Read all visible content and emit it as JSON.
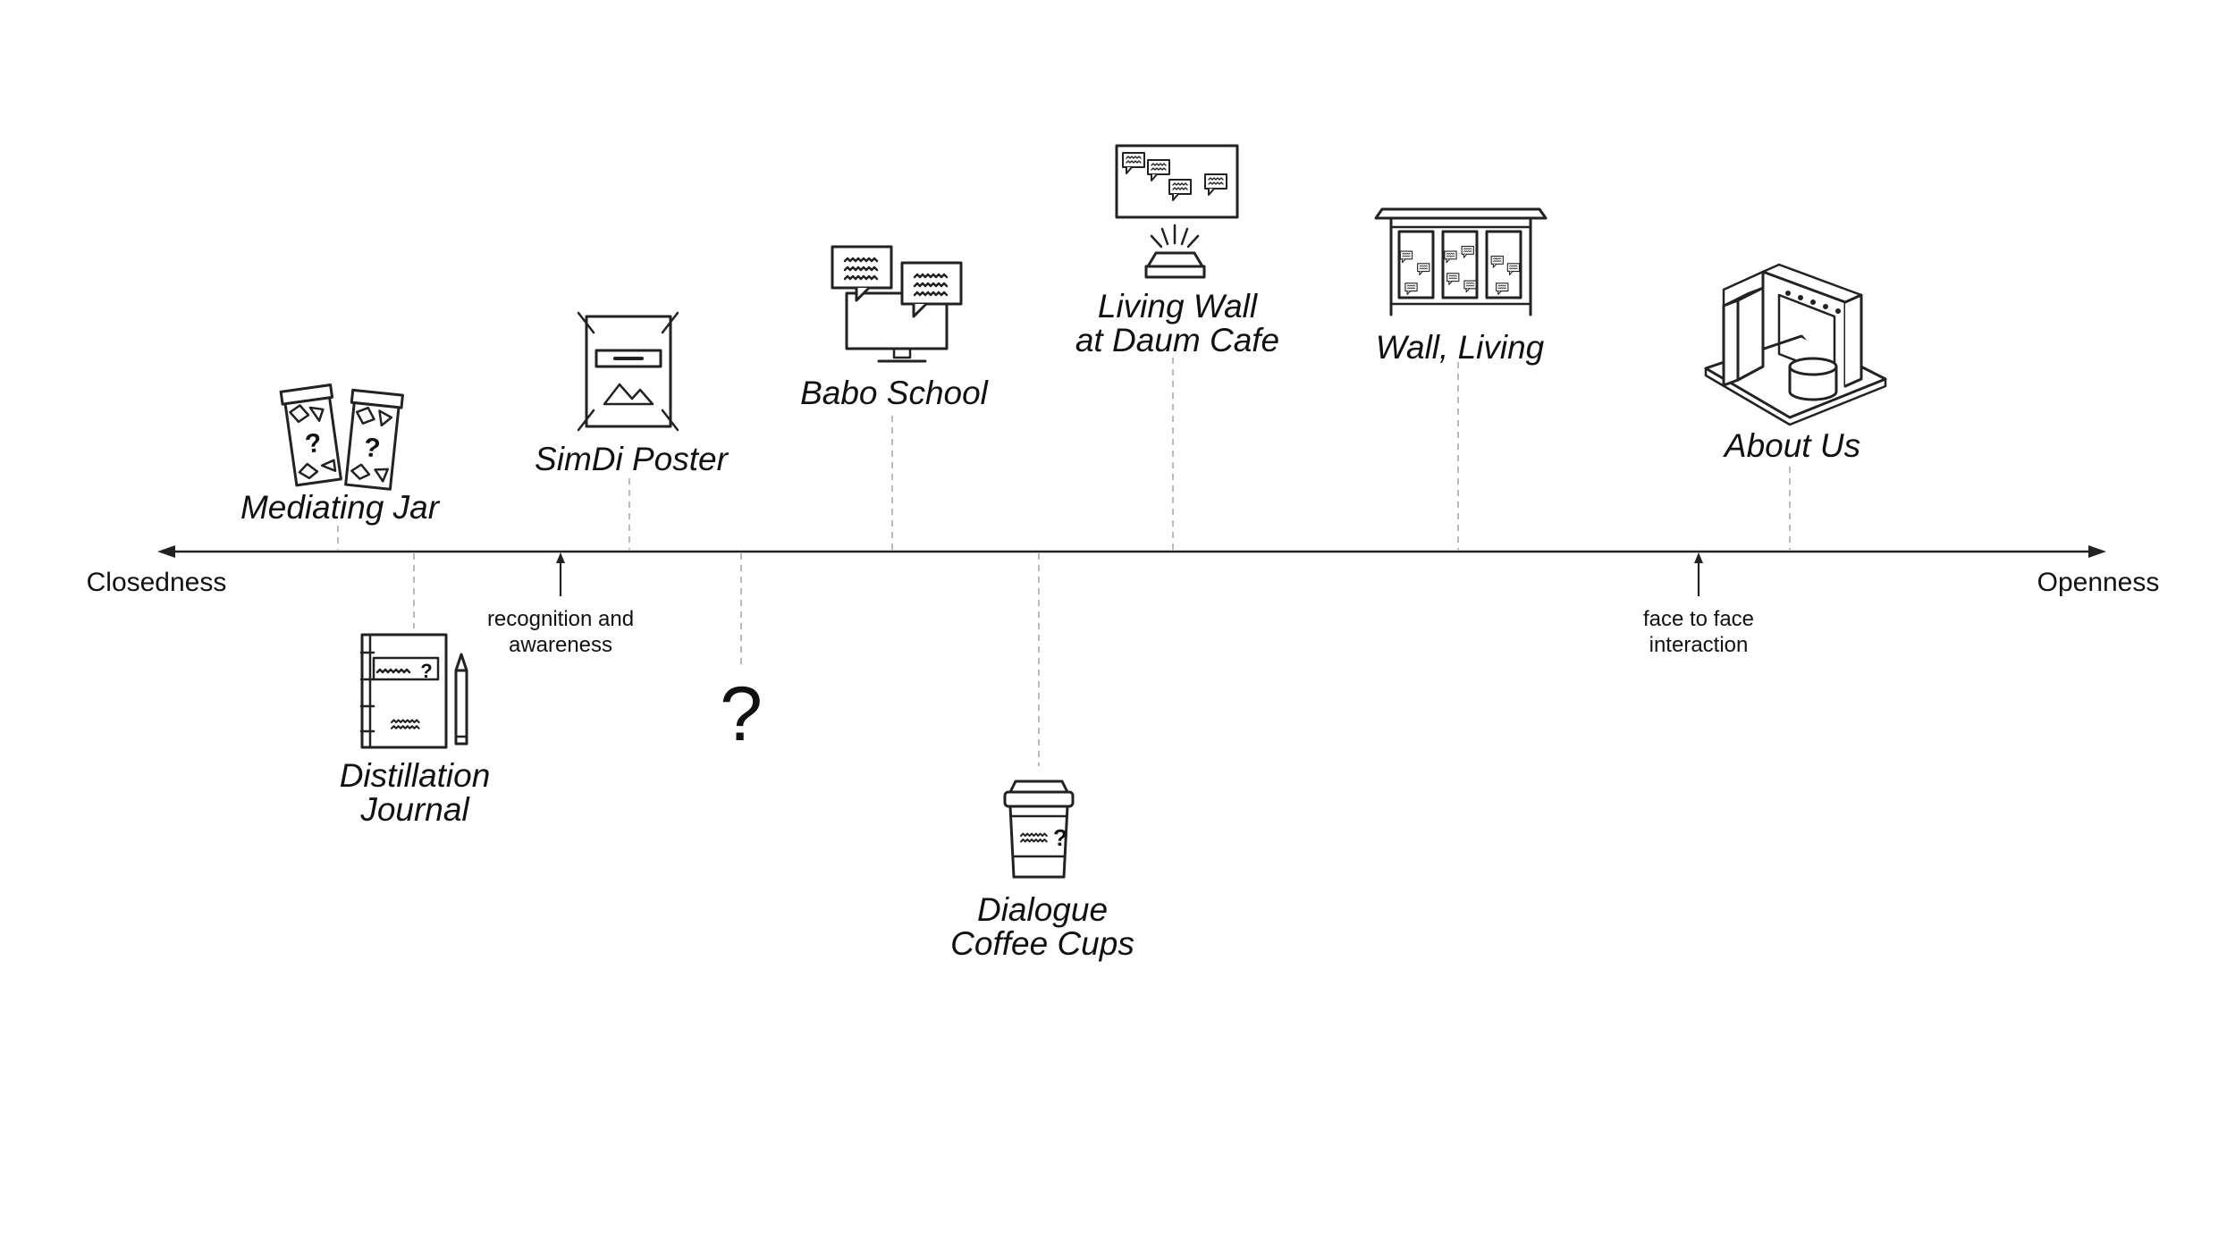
{
  "axis": {
    "left_label": "Closedness",
    "right_label": "Openness"
  },
  "items": [
    {
      "label_lines": [
        "Mediating Jar"
      ],
      "icon": "mediating-jars-icon"
    },
    {
      "label_lines": [
        "Distillation",
        "Journal"
      ],
      "icon": "journal-pencil-icon"
    },
    {
      "label_lines": [
        "SimDi Poster"
      ],
      "icon": "poster-icon"
    },
    {
      "label_lines": [
        "?"
      ],
      "icon": "question-mark"
    },
    {
      "label_lines": [
        "Babo School"
      ],
      "icon": "monitor-chat-icon"
    },
    {
      "label_lines": [
        "Dialogue",
        "Coffee Cups"
      ],
      "icon": "coffee-cup-icon"
    },
    {
      "label_lines": [
        "Living Wall",
        "at Daum Cafe"
      ],
      "icon": "projector-wall-icon"
    },
    {
      "label_lines": [
        "Wall, Living"
      ],
      "icon": "bus-stop-wall-icon"
    },
    {
      "label_lines": [
        "About Us"
      ],
      "icon": "booth-icon"
    }
  ],
  "notes": [
    {
      "lines": [
        "recognition and",
        "awareness"
      ]
    },
    {
      "lines": [
        "face to face",
        "interaction"
      ]
    }
  ]
}
